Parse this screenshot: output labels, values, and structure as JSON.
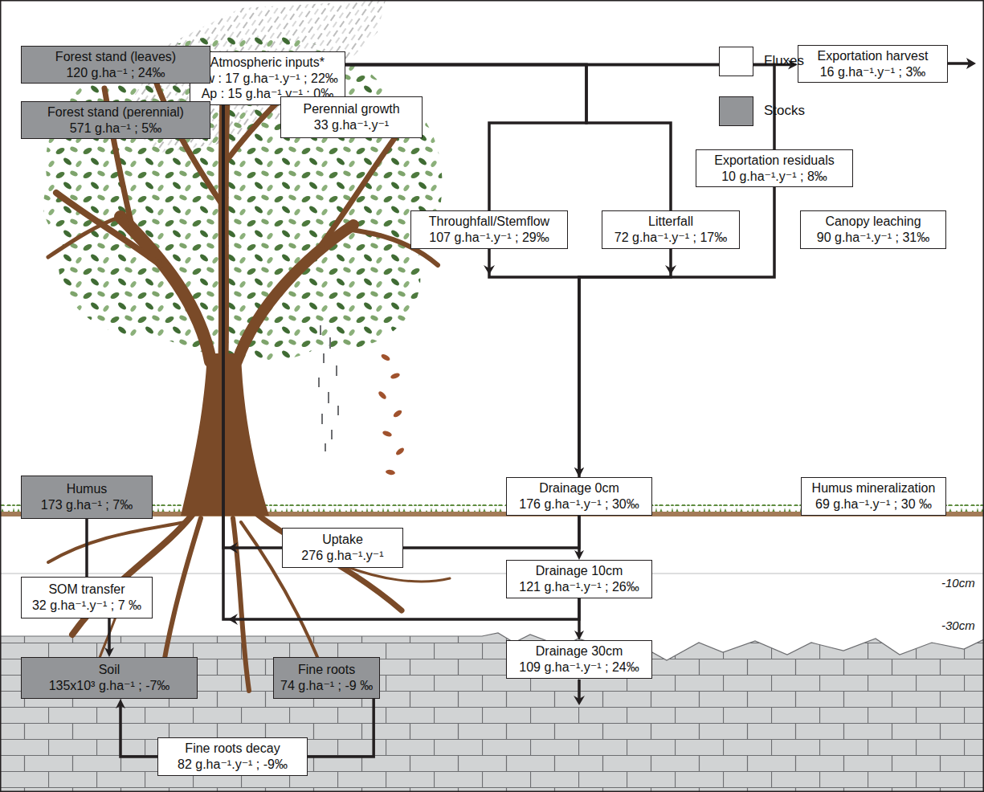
{
  "diagram": {
    "nodes": [
      {
        "text": [
          "Atmospheric inputs*",
          "Aw : 17 g.ha⁻¹.y⁻¹ ; 22‰",
          "Ap : 15 g.ha⁻¹.y⁻¹ ; 0‰"
        ]
      },
      {
        "text": [
          "Forest stand (leaves)",
          "120 g.ha⁻¹ ; 24‰"
        ]
      },
      {
        "text": [
          "Exportation harvest",
          "16 g.ha⁻¹.y⁻¹ ; 3‰"
        ]
      },
      {
        "text": [
          "Perennial growth",
          "33 g.ha⁻¹.y⁻¹"
        ]
      },
      {
        "text": [
          "Forest stand (perennial)",
          "571 g.ha⁻¹ ; 5‰"
        ]
      },
      {
        "text": [
          "Exportation residuals",
          "10 g.ha⁻¹.y⁻¹ ; 8‰"
        ]
      },
      {
        "text": [
          "Throughfall/Stemflow",
          "107 g.ha⁻¹.y⁻¹ ; 29‰"
        ]
      },
      {
        "text": [
          "Litterfall",
          "72 g.ha⁻¹.y⁻¹ ; 17‰"
        ]
      },
      {
        "text": [
          "Canopy leaching",
          "90 g.ha⁻¹.y⁻¹ ; 31‰"
        ]
      },
      {
        "text": [
          "Humus",
          "173 g.ha⁻¹ ; 7‰"
        ]
      },
      {
        "text": [
          "Drainage 0cm",
          "176 g.ha⁻¹.y⁻¹ ; 30‰"
        ]
      },
      {
        "text": [
          "Humus mineralization",
          "69 g.ha⁻¹.y⁻¹ ; 30 ‰"
        ]
      },
      {
        "text": [
          "Uptake",
          "276 g.ha⁻¹.y⁻¹"
        ]
      },
      {
        "text": [
          "SOM transfer",
          "32 g.ha⁻¹.y⁻¹ ; 7 ‰"
        ]
      },
      {
        "text": [
          "Drainage 10cm",
          "121 g.ha⁻¹.y⁻¹ ; 26‰"
        ]
      },
      {
        "text": [
          "Soil",
          "135x10³ g.ha⁻¹ ; -7‰"
        ]
      },
      {
        "text": [
          "Fine roots",
          "74 g.ha⁻¹ ; -9 ‰"
        ]
      },
      {
        "text": [
          "Drainage 30cm",
          "109 g.ha⁻¹.y⁻¹ ; 24‰"
        ]
      },
      {
        "text": [
          "Fine roots decay",
          "82 g.ha⁻¹.y⁻¹ ; -9‰"
        ]
      }
    ],
    "edges": [
      {
        "from": 12,
        "to": 1,
        "arrow": "to"
      },
      {
        "from": 1,
        "to": 2,
        "arrow": "to"
      },
      {
        "from": 1,
        "to": 6,
        "arrow": "none"
      },
      {
        "from": 1,
        "to": 7,
        "arrow": "none"
      },
      {
        "from": 1,
        "to": 5,
        "arrow": "none"
      },
      {
        "from": 6,
        "to": 10,
        "arrow": "to"
      },
      {
        "from": 7,
        "to": 10,
        "arrow": "to"
      },
      {
        "from": 5,
        "to": 10,
        "arrow": "none"
      },
      {
        "from": 10,
        "to": 14,
        "arrow": "to"
      },
      {
        "from": 14,
        "to": 17,
        "arrow": "to"
      },
      {
        "from": 10,
        "to": 12,
        "arrow": "none"
      },
      {
        "from": 14,
        "to": 1,
        "arrow": "to"
      },
      {
        "from": 9,
        "to": 13,
        "arrow": "none"
      },
      {
        "from": 13,
        "to": 15,
        "arrow": "to"
      },
      {
        "from": 16,
        "to": 18,
        "arrow": "none"
      },
      {
        "from": 18,
        "to": 15,
        "arrow": "to"
      }
    ],
    "labels": [
      "-10cm",
      "-30cm"
    ],
    "legend": [
      {
        "text": "Fluxes",
        "color": "#ffffff"
      },
      {
        "text": "Stocks",
        "color": "#939598"
      }
    ]
  }
}
